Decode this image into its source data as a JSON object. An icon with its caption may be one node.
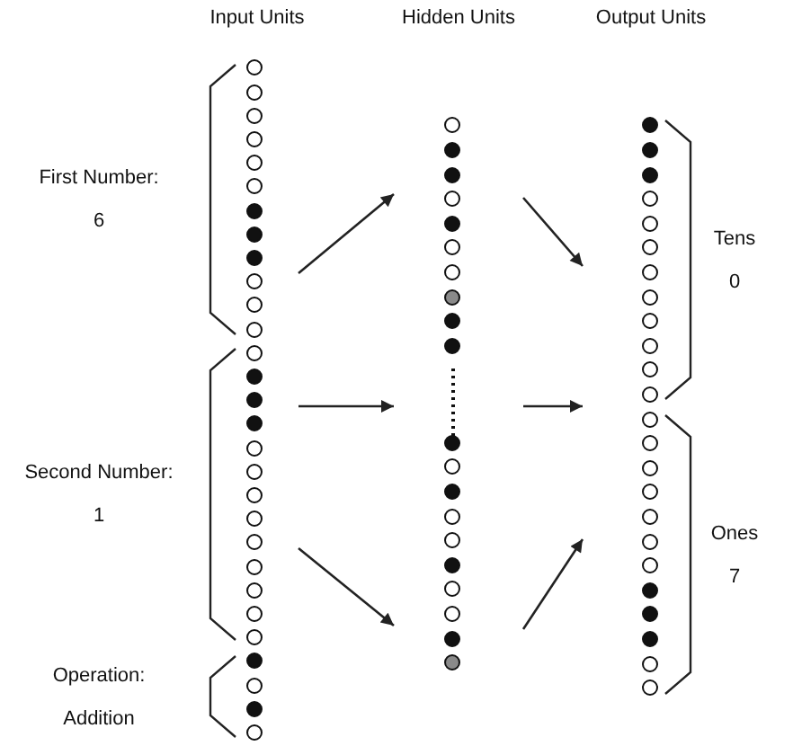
{
  "diagram": {
    "nodes": [
      {
        "text": [
          "Input Units"
        ]
      },
      {
        "text": [
          "First Number:",
          "6"
        ],
        "in": 0
      },
      {
        "text": [],
        "shape": "circle",
        "in": 1
      },
      {
        "text": [],
        "shape": "circle",
        "in": 1
      },
      {
        "text": [],
        "shape": "circle",
        "in": 1
      },
      {
        "text": [],
        "shape": "circle",
        "in": 1
      },
      {
        "text": [],
        "shape": "circle",
        "in": 1
      },
      {
        "text": [],
        "shape": "circle",
        "in": 1
      },
      {
        "text": [],
        "shape": "dot",
        "in": 1
      },
      {
        "text": [],
        "shape": "dot",
        "in": 1
      },
      {
        "text": [],
        "shape": "dot",
        "in": 1
      },
      {
        "text": [],
        "shape": "circle",
        "in": 1
      },
      {
        "text": [],
        "shape": "circle",
        "in": 1
      },
      {
        "text": [],
        "shape": "circle",
        "in": 1
      },
      {
        "text": [
          "Second Number:",
          "1"
        ],
        "in": 0
      },
      {
        "text": [],
        "shape": "circle",
        "in": 14
      },
      {
        "text": [],
        "shape": "dot",
        "in": 14
      },
      {
        "text": [],
        "shape": "dot",
        "in": 14
      },
      {
        "text": [],
        "shape": "dot",
        "in": 14
      },
      {
        "text": [],
        "shape": "circle",
        "in": 14
      },
      {
        "text": [],
        "shape": "circle",
        "in": 14
      },
      {
        "text": [],
        "shape": "circle",
        "in": 14
      },
      {
        "text": [],
        "shape": "circle",
        "in": 14
      },
      {
        "text": [],
        "shape": "circle",
        "in": 14
      },
      {
        "text": [],
        "shape": "circle",
        "in": 14
      },
      {
        "text": [],
        "shape": "circle",
        "in": 14
      },
      {
        "text": [],
        "shape": "circle",
        "in": 14
      },
      {
        "text": [],
        "shape": "circle",
        "in": 14
      },
      {
        "text": [
          "Operation:",
          "Addition"
        ],
        "in": 0
      },
      {
        "text": [],
        "shape": "dot",
        "in": 28
      },
      {
        "text": [],
        "shape": "circle",
        "in": 28
      },
      {
        "text": [],
        "shape": "dot",
        "in": 28
      },
      {
        "text": [],
        "shape": "circle",
        "in": 28
      },
      {
        "text": [
          "Hidden Units"
        ]
      },
      {
        "text": [],
        "shape": "circle",
        "in": 33
      },
      {
        "text": [],
        "shape": "dot",
        "in": 33
      },
      {
        "text": [],
        "shape": "dot",
        "in": 33
      },
      {
        "text": [],
        "shape": "circle",
        "in": 33
      },
      {
        "text": [],
        "shape": "dot",
        "in": 33
      },
      {
        "text": [],
        "shape": "circle",
        "in": 33
      },
      {
        "text": [],
        "shape": "circle",
        "in": 33
      },
      {
        "text": [],
        "shape": "shaded",
        "in": 33
      },
      {
        "text": [],
        "shape": "dot",
        "in": 33
      },
      {
        "text": [],
        "shape": "dot",
        "in": 33
      },
      {
        "text": [],
        "shape": "dot",
        "in": 33
      },
      {
        "text": [],
        "shape": "circle",
        "in": 33
      },
      {
        "text": [],
        "shape": "dot",
        "in": 33
      },
      {
        "text": [],
        "shape": "circle",
        "in": 33
      },
      {
        "text": [],
        "shape": "circle",
        "in": 33
      },
      {
        "text": [],
        "shape": "dot",
        "in": 33
      },
      {
        "text": [],
        "shape": "circle",
        "in": 33
      },
      {
        "text": [],
        "shape": "circle",
        "in": 33
      },
      {
        "text": [],
        "shape": "dot",
        "in": 33
      },
      {
        "text": [],
        "shape": "shaded",
        "in": 33
      },
      {
        "text": [
          "Output Units"
        ]
      },
      {
        "text": [
          "Tens",
          "0"
        ],
        "in": 54
      },
      {
        "text": [],
        "shape": "dot",
        "in": 55
      },
      {
        "text": [],
        "shape": "dot",
        "in": 55
      },
      {
        "text": [],
        "shape": "dot",
        "in": 55
      },
      {
        "text": [],
        "shape": "circle",
        "in": 55
      },
      {
        "text": [],
        "shape": "circle",
        "in": 55
      },
      {
        "text": [],
        "shape": "circle",
        "in": 55
      },
      {
        "text": [],
        "shape": "circle",
        "in": 55
      },
      {
        "text": [],
        "shape": "circle",
        "in": 55
      },
      {
        "text": [],
        "shape": "circle",
        "in": 55
      },
      {
        "text": [],
        "shape": "circle",
        "in": 55
      },
      {
        "text": [],
        "shape": "circle",
        "in": 55
      },
      {
        "text": [],
        "shape": "circle",
        "in": 55
      },
      {
        "text": [
          "Ones",
          "7"
        ],
        "in": 54
      },
      {
        "text": [],
        "shape": "circle",
        "in": 68
      },
      {
        "text": [],
        "shape": "circle",
        "in": 68
      },
      {
        "text": [],
        "shape": "circle",
        "in": 68
      },
      {
        "text": [],
        "shape": "circle",
        "in": 68
      },
      {
        "text": [],
        "shape": "circle",
        "in": 68
      },
      {
        "text": [],
        "shape": "circle",
        "in": 68
      },
      {
        "text": [],
        "shape": "circle",
        "in": 68
      },
      {
        "text": [],
        "shape": "dot",
        "in": 68
      },
      {
        "text": [],
        "shape": "dot",
        "in": 68
      },
      {
        "text": [],
        "shape": "dot",
        "in": 68
      },
      {
        "text": [],
        "shape": "circle",
        "in": 68
      },
      {
        "text": [],
        "shape": "circle",
        "in": 68
      }
    ],
    "edges": [
      {
        "from": 0,
        "to": 33,
        "arrow": "to"
      },
      {
        "from": 0,
        "to": 33,
        "arrow": "to"
      },
      {
        "from": 0,
        "to": 33,
        "arrow": "to"
      },
      {
        "from": 33,
        "to": 54,
        "arrow": "to"
      },
      {
        "from": 33,
        "to": 54,
        "arrow": "to"
      },
      {
        "from": 33,
        "to": 54,
        "arrow": "to"
      }
    ]
  }
}
